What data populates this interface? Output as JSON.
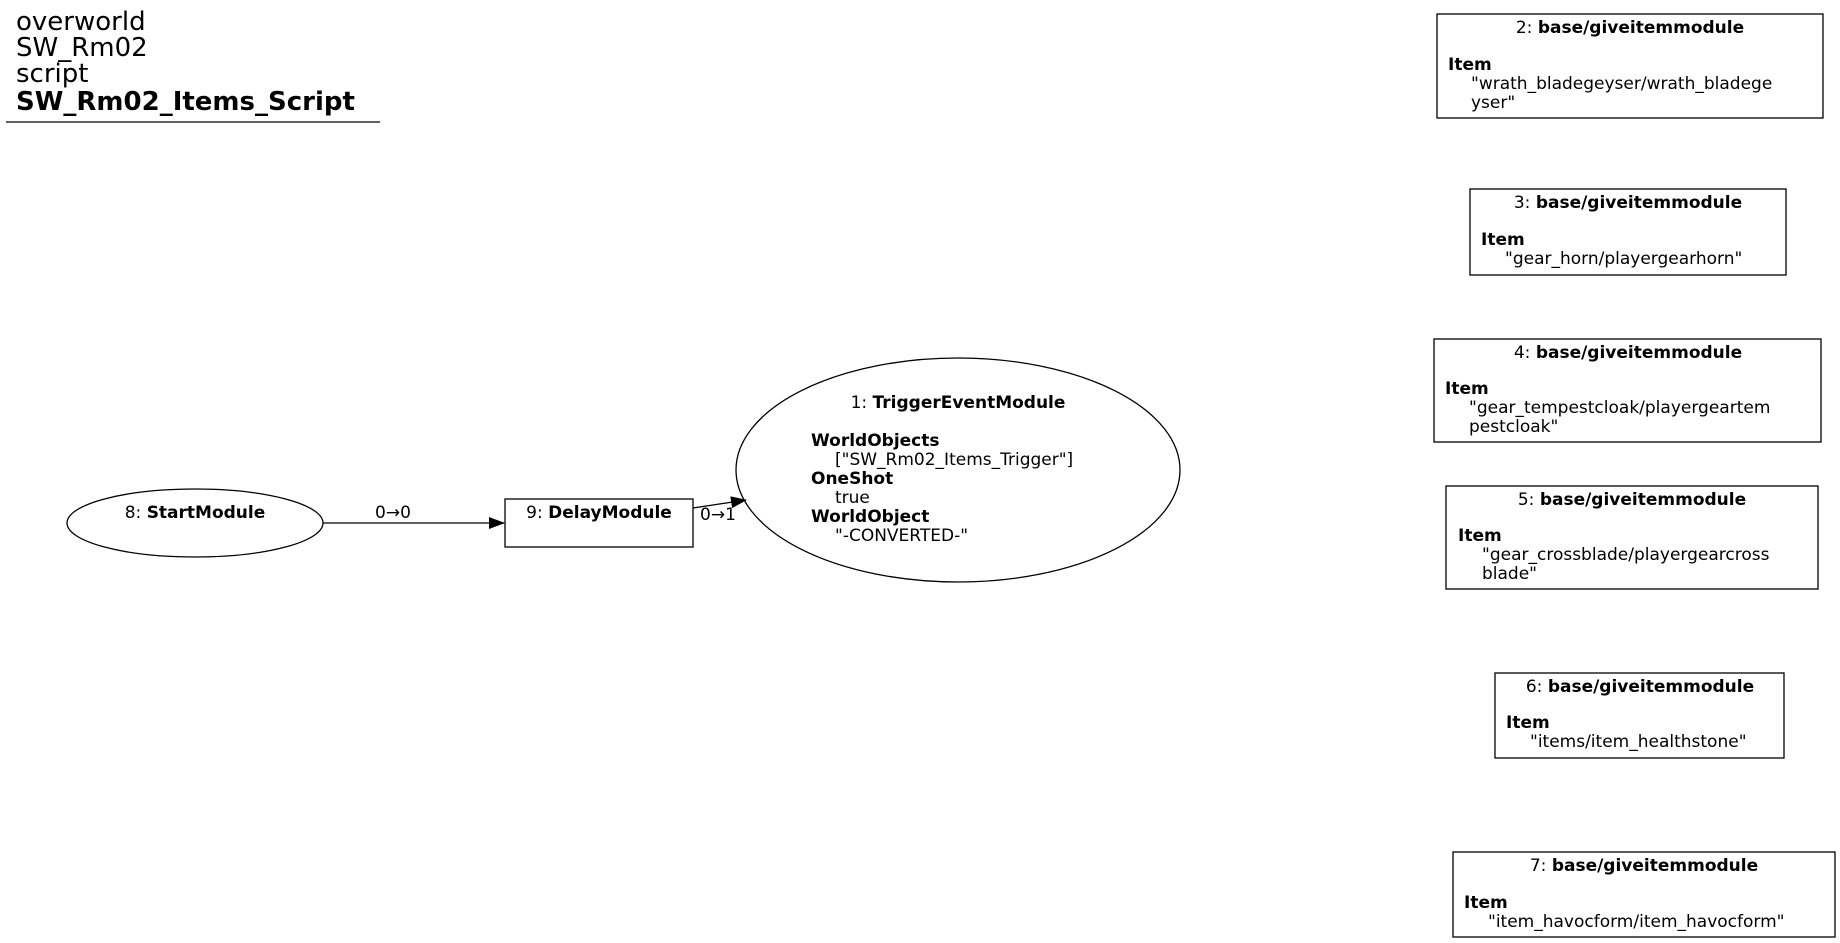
{
  "header": {
    "lines": [
      "overworld",
      "SW_Rm02",
      "script"
    ],
    "script_name": "SW_Rm02_Items_Script"
  },
  "nodes": [
    {
      "id": "8",
      "type": "StartModule",
      "shape": "ellipse",
      "props": []
    },
    {
      "id": "9",
      "type": "DelayModule",
      "shape": "box",
      "props": []
    },
    {
      "id": "1",
      "type": "TriggerEventModule",
      "shape": "ellipse",
      "props": [
        {
          "key": "WorldObjects",
          "lines": [
            "[\"SW_Rm02_Items_Trigger\"]"
          ]
        },
        {
          "key": "OneShot",
          "lines": [
            "true"
          ]
        },
        {
          "key": "WorldObject",
          "lines": [
            "\"-CONVERTED-\""
          ]
        }
      ]
    },
    {
      "id": "2",
      "type": "base/giveitemmodule",
      "shape": "box",
      "props": [
        {
          "key": "Item",
          "lines": [
            "\"wrath_bladegeyser/wrath_bladege",
            "yser\""
          ]
        }
      ]
    },
    {
      "id": "3",
      "type": "base/giveitemmodule",
      "shape": "box",
      "props": [
        {
          "key": "Item",
          "lines": [
            "\"gear_horn/playergearhorn\""
          ]
        }
      ]
    },
    {
      "id": "4",
      "type": "base/giveitemmodule",
      "shape": "box",
      "props": [
        {
          "key": "Item",
          "lines": [
            "\"gear_tempestcloak/playergeartem",
            "pestcloak\""
          ]
        }
      ]
    },
    {
      "id": "5",
      "type": "base/giveitemmodule",
      "shape": "box",
      "props": [
        {
          "key": "Item",
          "lines": [
            "\"gear_crossblade/playergearcross",
            "blade\""
          ]
        }
      ]
    },
    {
      "id": "6",
      "type": "base/giveitemmodule",
      "shape": "box",
      "props": [
        {
          "key": "Item",
          "lines": [
            "\"items/item_healthstone\""
          ]
        }
      ]
    },
    {
      "id": "7",
      "type": "base/giveitemmodule",
      "shape": "box",
      "props": [
        {
          "key": "Item",
          "lines": [
            "\"item_havocform/item_havocform\""
          ]
        }
      ]
    }
  ],
  "edges": [
    {
      "from": "8",
      "to": "9",
      "label": "0→0"
    },
    {
      "from": "9",
      "to": "1",
      "label": "0→1"
    }
  ]
}
